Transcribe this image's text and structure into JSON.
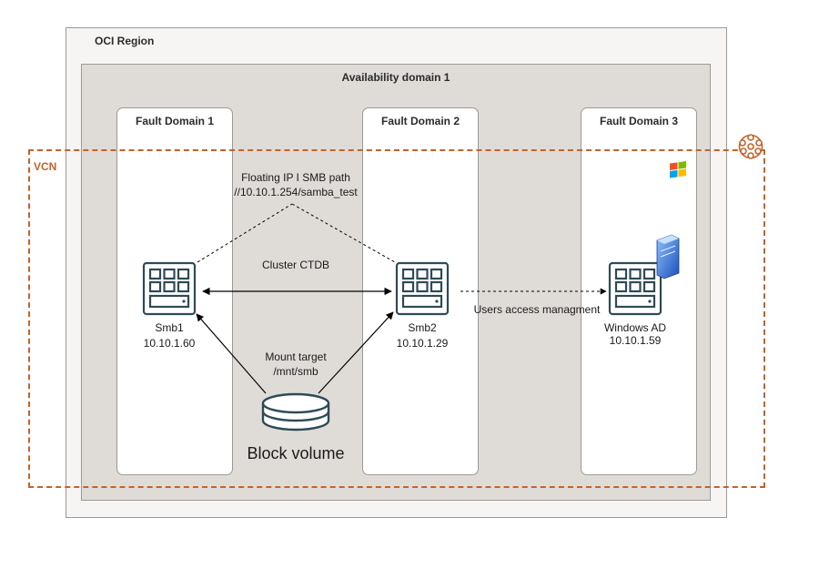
{
  "region": {
    "title": "OCI Region"
  },
  "availability_domain": {
    "title": "Availability domain 1"
  },
  "fault_domains": [
    {
      "title": "Fault Domain 1"
    },
    {
      "title": "Fault Domain 2"
    },
    {
      "title": "Fault Domain 3"
    }
  ],
  "vcn": {
    "title": "VCN"
  },
  "nodes": {
    "smb1": {
      "name": "Smb1",
      "ip": "10.10.1.60"
    },
    "smb2": {
      "name": "Smb2",
      "ip": "10.10.1.29"
    },
    "ad": {
      "name": "Windows AD",
      "ip": "10.10.1.59"
    },
    "block": {
      "name": "Block volume"
    }
  },
  "labels": {
    "floating_ip_line1": "Floating IP I SMB path",
    "floating_ip_line2": "//10.10.1.254/samba_test",
    "cluster": "Cluster CTDB",
    "mount_line1": "Mount target",
    "mount_line2": "/mnt/smb",
    "users_access": "Users access managment"
  },
  "colors": {
    "vcn_accent": "#c4622d",
    "icon_stroke": "#2f4a55",
    "region_fill": "#f6f5f3",
    "ad_fill": "#dfdcd8"
  },
  "icons": [
    "server-icon",
    "database-icon",
    "vcn-network-icon",
    "windows-server-icon"
  ]
}
